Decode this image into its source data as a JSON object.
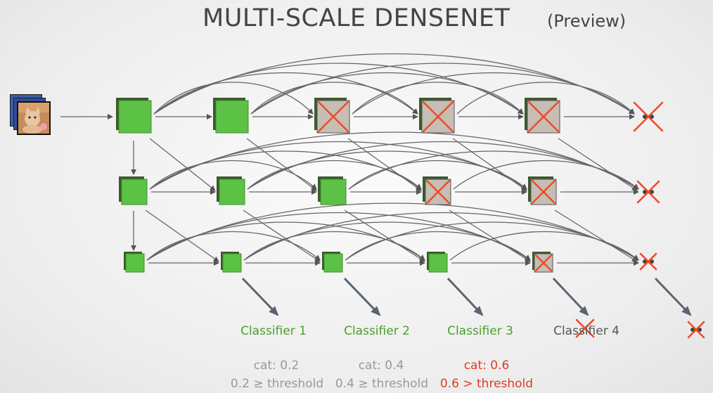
{
  "title": "MULTI-SCALE DENSENET",
  "subtitle": "(Preview)",
  "classifiers": [
    {
      "label": "Classifier 1",
      "score": "cat: 0.2",
      "decision": "0.2 ≥ threshold",
      "status": "fail"
    },
    {
      "label": "Classifier 2",
      "score": "cat: 0.4",
      "decision": "0.4 ≥ threshold",
      "status": "fail"
    },
    {
      "label": "Classifier 3",
      "score": "cat: 0.6",
      "decision": "0.6 > threshold",
      "status": "pass"
    },
    {
      "label": "Classifier 4",
      "score": "",
      "decision": "",
      "status": "skipped"
    }
  ],
  "colors": {
    "active_block": "#5cc246",
    "skipped_block": "#c6bdb4",
    "cross": "#ee4a2a",
    "arrow": "#555555",
    "label_active": "#46a12a",
    "label_inactive": "#999999",
    "label_pass": "#e23a1f"
  },
  "icons": {
    "input_image": "cat-photo-stack",
    "skipped_marker": "red-cross-icon",
    "continuation": "ellipsis-dots"
  }
}
